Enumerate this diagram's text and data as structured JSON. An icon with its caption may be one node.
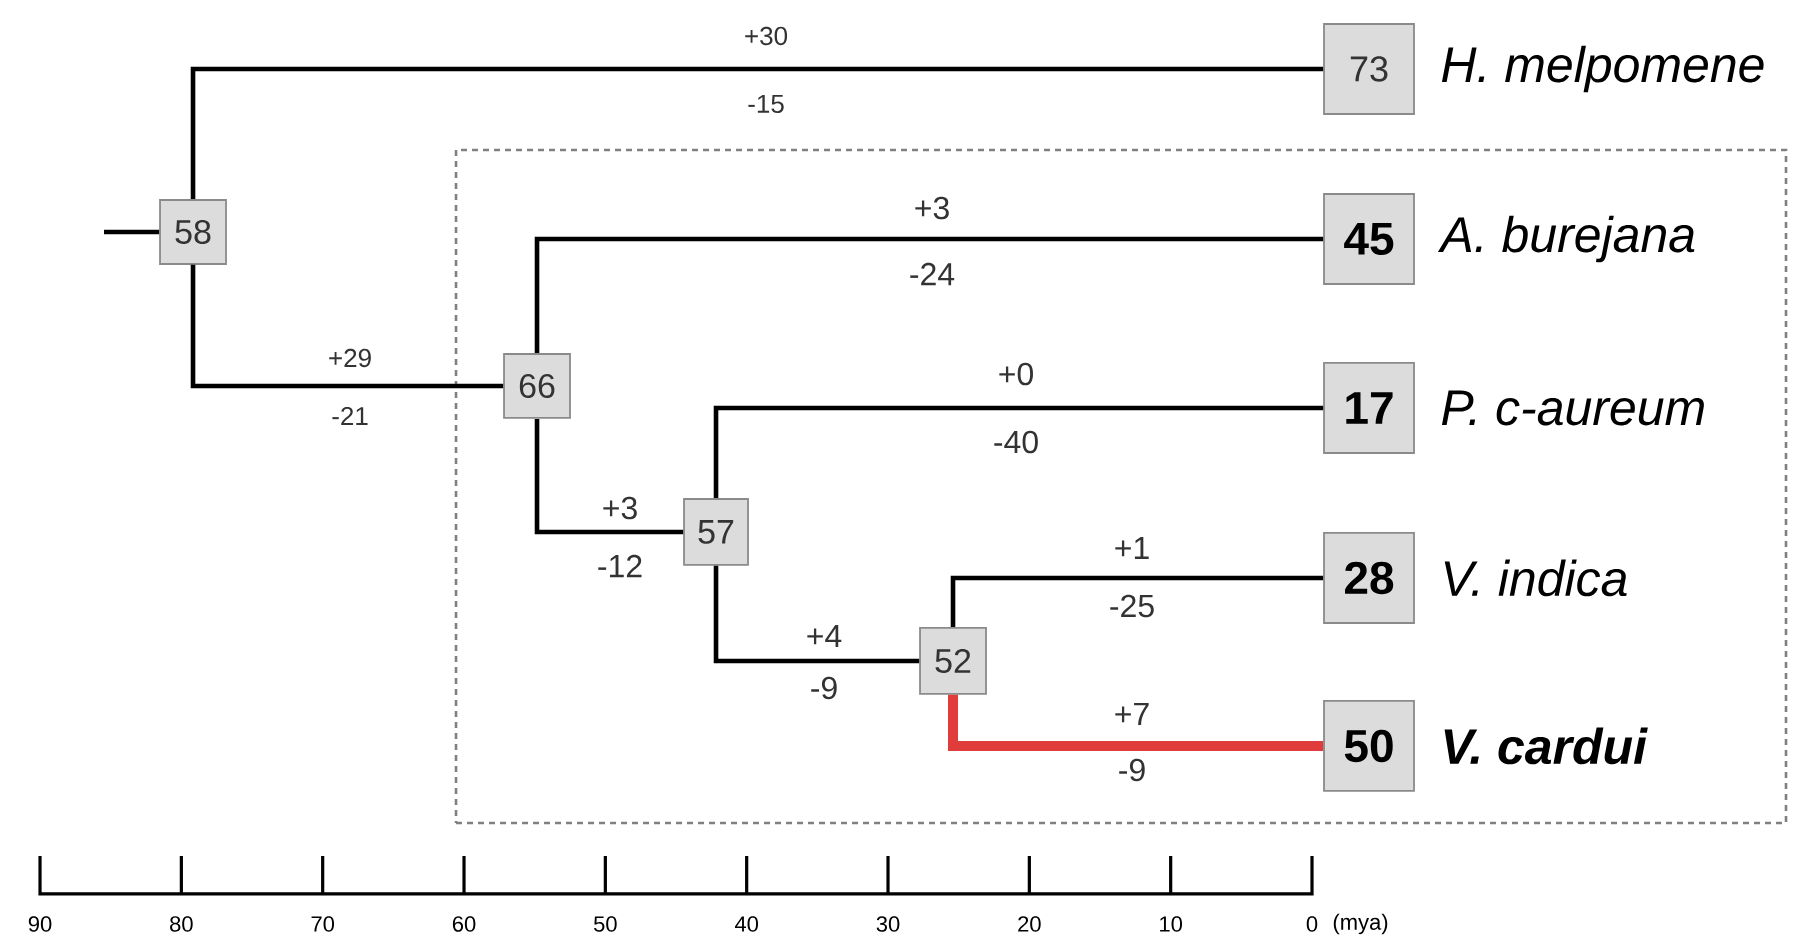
{
  "diagram": {
    "nodes": [
      {
        "text": [
          "58"
        ]
      },
      {
        "text": [
          "73"
        ],
        "beside": [
          "H. melpomene"
        ]
      },
      {
        "text": [],
        "shape": "box"
      },
      {
        "text": [
          "66"
        ],
        "in": 2
      },
      {
        "text": [
          "45"
        ],
        "in": 2,
        "beside": [
          "A. burejana"
        ]
      },
      {
        "text": [
          "57"
        ],
        "in": 2
      },
      {
        "text": [
          "17"
        ],
        "in": 2,
        "beside": [
          "P. c-aureum"
        ]
      },
      {
        "text": [
          "52"
        ],
        "in": 2
      },
      {
        "text": [
          "28"
        ],
        "in": 2,
        "beside": [
          "V. indica"
        ]
      },
      {
        "text": [
          "50"
        ],
        "in": 2,
        "beside": [
          "V. cardui"
        ]
      }
    ],
    "edges": [
      {
        "from": null,
        "to": 0,
        "arrow": "none"
      },
      {
        "from": 0,
        "to": 1,
        "arrow": "none",
        "label": "+30"
      },
      {
        "from": 0,
        "to": 3,
        "arrow": "none",
        "label": "+29"
      },
      {
        "from": 3,
        "to": 4,
        "arrow": "none",
        "label": "+3"
      },
      {
        "from": 3,
        "to": 5,
        "arrow": "none",
        "label": "+3"
      },
      {
        "from": 5,
        "to": 6,
        "arrow": "none",
        "label": "+0"
      },
      {
        "from": 5,
        "to": 7,
        "arrow": "none",
        "label": "+4"
      },
      {
        "from": 7,
        "to": 8,
        "arrow": "none",
        "label": "+1"
      },
      {
        "from": 7,
        "to": 9,
        "arrow": "none",
        "label": "+7",
        "style": "thick",
        "color": "#e03c3c"
      }
    ],
    "labels": [
      "-15",
      "-21",
      "-24",
      "-12",
      "-40",
      "-9",
      "-25",
      "-9",
      "90",
      "80",
      "70",
      "60",
      "50",
      "40",
      "30",
      "20",
      "10",
      "0",
      "(mya)"
    ]
  }
}
